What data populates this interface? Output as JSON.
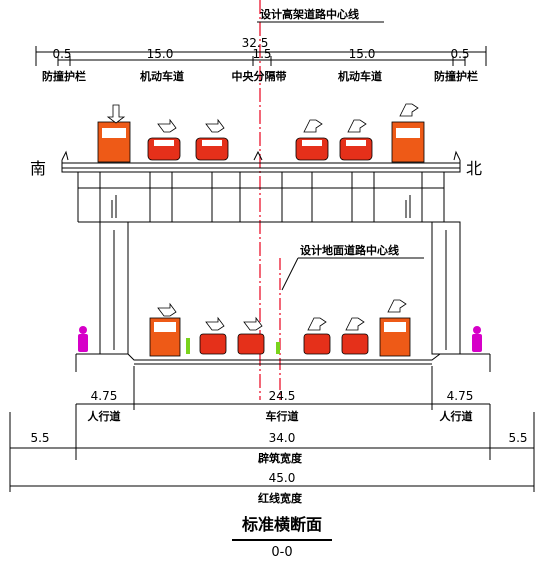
{
  "title_top": "设计高架道路中心线",
  "title_ground": "设计地面道路中心线",
  "direction": {
    "left": "南",
    "right": "北"
  },
  "upper_dims": {
    "total": "32.5",
    "segments": [
      "0.5",
      "15.0",
      "1.5",
      "15.0",
      "0.5"
    ],
    "labels": [
      "防撞护栏",
      "机动车道",
      "中央分隔带",
      "机动车道",
      "防撞护栏"
    ]
  },
  "lower_dims": {
    "row1": [
      "4.75",
      "24.5",
      "4.75"
    ],
    "row1_labels": [
      "人行道",
      "车行道",
      "人行道"
    ],
    "row2": [
      "5.5",
      "34.0",
      "5.5"
    ],
    "row2_label": "辟筑宽度",
    "row3": "45.0",
    "row3_label": "红线宽度"
  },
  "section_title": "标准横断面",
  "section_id": "0-0",
  "colors": {
    "vehicle": "#e5301a",
    "truck": "#ee5a17",
    "centerline": "#e8001c",
    "pedestrian": "#d600c8",
    "tree": "#7ad31c"
  }
}
